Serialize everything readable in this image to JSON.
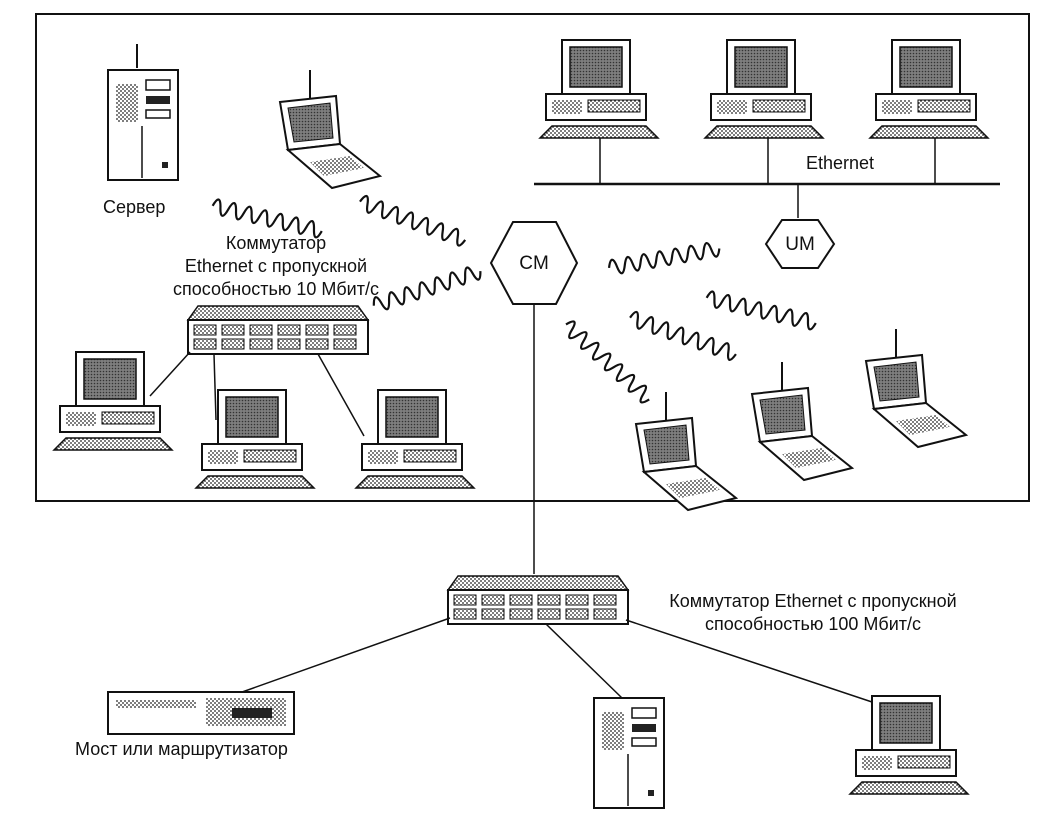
{
  "labels": {
    "server": "Сервер",
    "switch10": "Коммутатор\nEthernet с пропускной\nспособностью 10 Мбит/с",
    "ethernet": "Ethernet",
    "cm": "CM",
    "um": "UM",
    "switch100": "Коммутатор Ethernet с пропускной\nспособностью 100 Мбит/с",
    "bridge": "Мост или маршрутизатор"
  },
  "colors": {
    "ink": "#111111",
    "screen": "#8a8a8a",
    "background": "#ffffff"
  }
}
